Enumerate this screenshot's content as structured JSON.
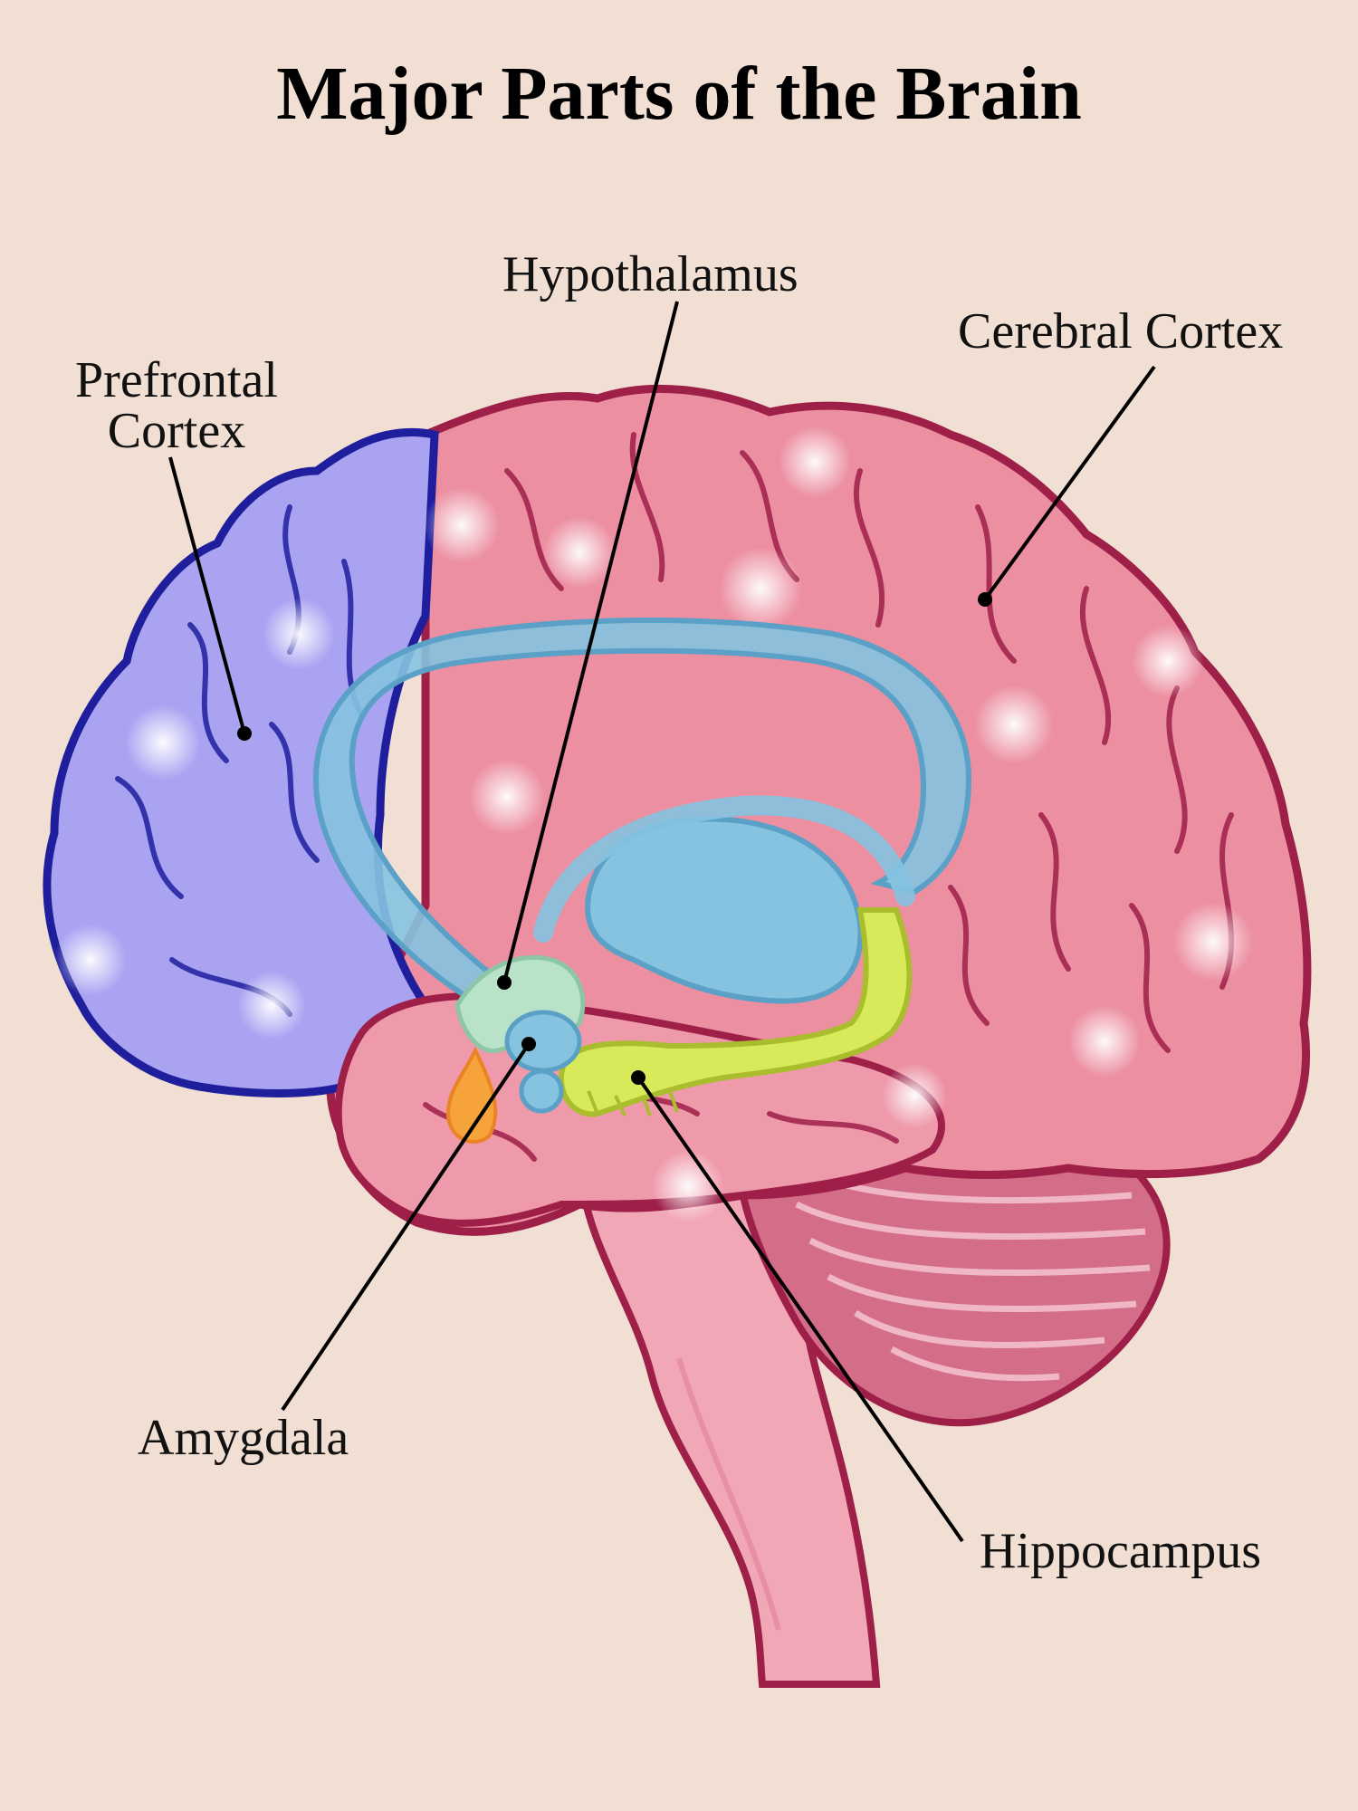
{
  "title": "Major Parts of the Brain",
  "labels": {
    "prefrontal_line1": "Prefrontal",
    "prefrontal_line2": "Cortex",
    "hypothalamus": "Hypothalamus",
    "cerebral_cortex": "Cerebral Cortex",
    "amygdala": "Amygdala",
    "hippocampus": "Hippocampus"
  },
  "colors": {
    "background": "#f2dfd3",
    "prefrontal_cortex": "#a9a3f2",
    "cerebral_cortex": "#ec8fa1",
    "ventricle": "#85c3e0",
    "hippocampus": "#d8ea5a",
    "hypothalamus": "#b9e3c8",
    "amygdala": "#f7a33b",
    "brainstem": "#f2a7b7",
    "cerebellum": "#d46d88",
    "outline": "#9e1f48"
  }
}
